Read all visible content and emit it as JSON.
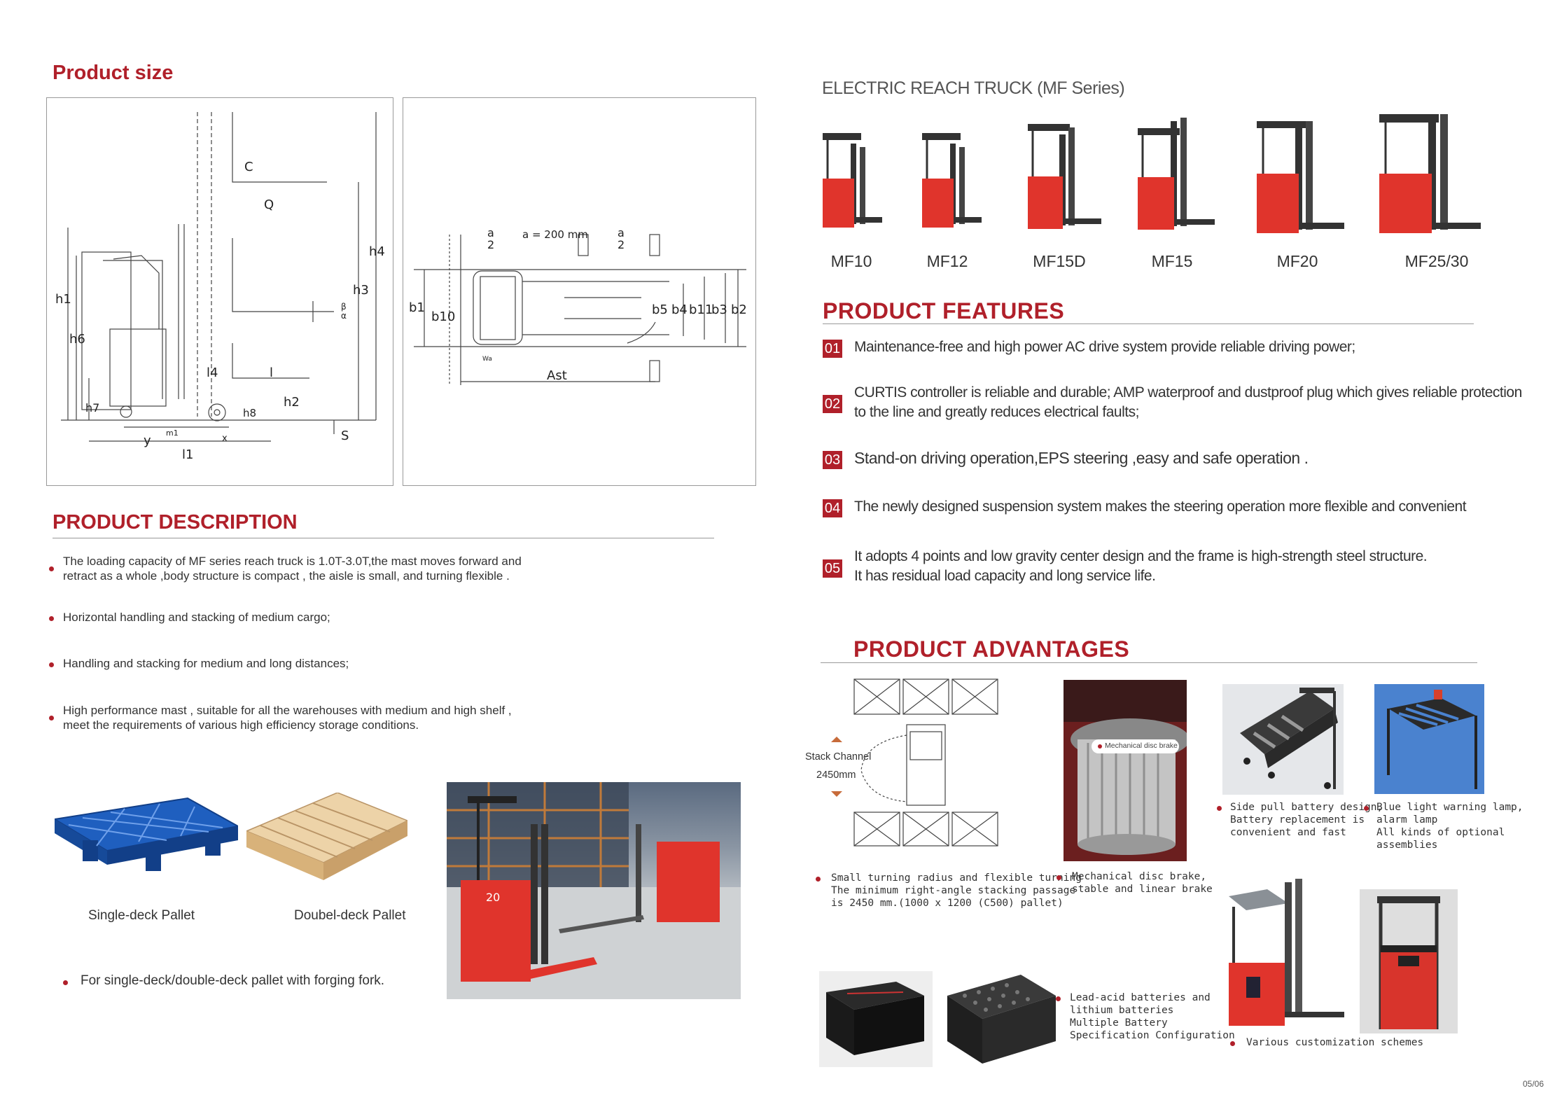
{
  "left": {
    "product_size_title": "Product size",
    "side_view_labels": [
      "C",
      "Q",
      "h4",
      "h3",
      "h1",
      "h6",
      "β",
      "α",
      "l4",
      "l",
      "h7",
      "h8",
      "h2",
      "m1",
      "x",
      "y",
      "l1",
      "S"
    ],
    "top_view_labels": [
      "a",
      "2",
      "a = 200 mm",
      "a",
      "2",
      "b1",
      "b10",
      "b5",
      "b4",
      "b11",
      "b3",
      "b2",
      "Ast",
      "Wa"
    ],
    "description_title": "PRODUCT DESCRIPTION",
    "description_items": [
      {
        "line1": "The loading capacity of MF series reach truck is 1.0T-3.0T,the mast moves forward and",
        "line2": "retract as a whole ,body structure is compact , the aisle is small, and turning flexible ."
      },
      {
        "line1": "Horizontal handling and stacking of medium cargo;",
        "line2": ""
      },
      {
        "line1": "Handling and stacking for medium and long distances;",
        "line2": ""
      },
      {
        "line1": "High performance mast , suitable for all the warehouses with medium and high shelf ,",
        "line2": "meet the requirements of various high efficiency storage conditions."
      }
    ],
    "pallets": {
      "single": "Single-deck Pallet",
      "double": "Doubel-deck Pallet"
    },
    "pallet_note": "For single-deck/double-deck pallet with forging fork.",
    "truck_badge": "20"
  },
  "right": {
    "series_title": "ELECTRIC REACH TRUCK (MF Series)",
    "models": [
      "MF10",
      "MF12",
      "MF15D",
      "MF15",
      "MF20",
      "MF25/30"
    ],
    "features_title": "PRODUCT FEATURES",
    "features": [
      {
        "num": "01",
        "line1": "Maintenance-free and high power AC drive system provide reliable driving power;",
        "line2": ""
      },
      {
        "num": "02",
        "line1": "CURTIS controller is reliable and durable; AMP waterproof and dustproof plug which gives reliable protection",
        "line2": "to the line and greatly reduces electrical faults;"
      },
      {
        "num": "03",
        "line1": "Stand-on driving operation,EPS steering ,easy and safe operation .",
        "line2": ""
      },
      {
        "num": "04",
        "line1": "The newly designed suspension system makes the steering operation more flexible and convenient",
        "line2": ""
      },
      {
        "num": "05",
        "line1": "It adopts 4 points and low gravity center design and the frame is high-strength steel structure.",
        "line2": "It has residual load capacity and long service life."
      }
    ],
    "advantages_title": "PRODUCT ADVANTAGES",
    "stack_channel": {
      "label": "Stack Channel",
      "value": "2450mm"
    },
    "brake_tag": "Mechanical disc brake",
    "advantages": {
      "turning": [
        "Small turning radius and flexible turning",
        "The minimum right-angle stacking passage",
        "is 2450 mm.(1000 x 1200 (C500) pallet)"
      ],
      "brake": [
        "Mechanical disc brake,",
        "stable and linear brake"
      ],
      "battery": [
        "Side pull battery design,",
        "Battery replacement is",
        "convenient and fast"
      ],
      "lamp": [
        "Blue light warning lamp,",
        "alarm lamp",
        "All kinds of optional assemblies"
      ],
      "batteries": [
        "Lead-acid batteries and",
        "lithium batteries",
        "Multiple Battery",
        "Specification Configuration"
      ],
      "custom": [
        "Various customization schemes"
      ]
    },
    "page_number": "05/06"
  },
  "colors": {
    "brand_red": "#b0202a",
    "truck_red": "#e0342c",
    "pallet_blue": "#1f5fbf",
    "pallet_wood": "#e8c89a"
  }
}
